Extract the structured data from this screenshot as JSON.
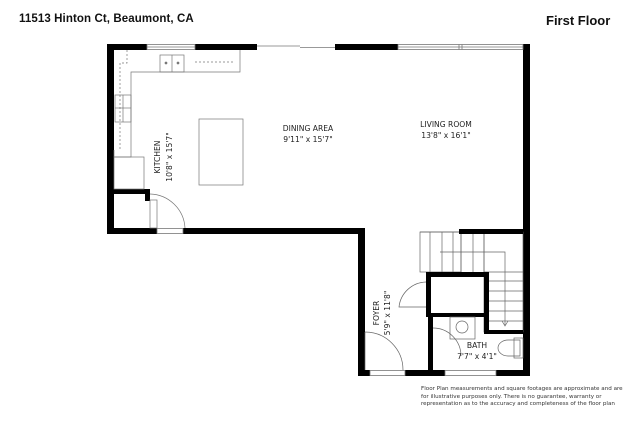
{
  "header": {
    "address": "11513 Hinton Ct, Beaumont, CA",
    "floor": "First Floor"
  },
  "rooms": [
    {
      "name": "KITCHEN",
      "dimensions": "10'8\" x 15'7\""
    },
    {
      "name": "DINING AREA",
      "dimensions": "9'11\" x 15'7\""
    },
    {
      "name": "LIVING ROOM",
      "dimensions": "13'8\" x 16'1\""
    },
    {
      "name": "FOYER",
      "dimensions": "5'9\" x 11'8\""
    },
    {
      "name": "BATH",
      "dimensions": "7'7\" x 4'1\""
    }
  ],
  "footer": {
    "disclaimer": "Floor Plan measurements and square footages are approximate and are for illustrative purposes only. There is no guarantee, warranty or representation as to the accuracy and completeness of the floor plan"
  },
  "colors": {
    "wall": "#000000",
    "line": "#555555",
    "background": "#ffffff"
  }
}
